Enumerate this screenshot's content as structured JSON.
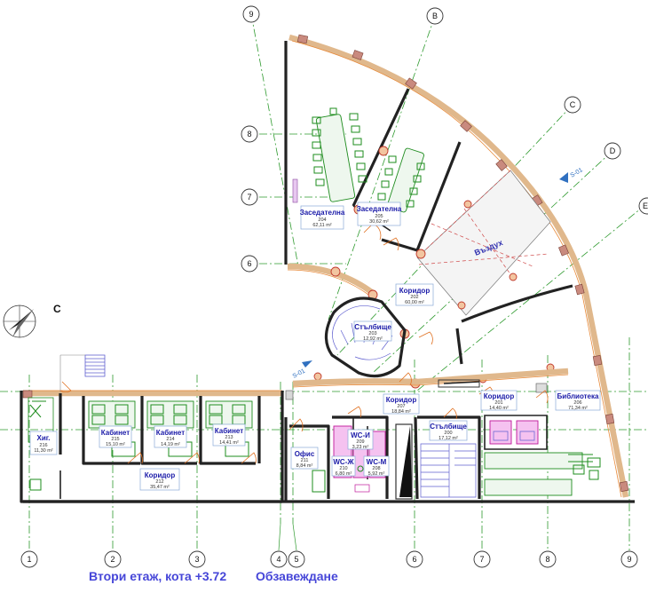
{
  "title": {
    "main": "Втори етаж, кота +3.72",
    "sub": "Обзавеждане"
  },
  "north_marker": "С",
  "axes": {
    "bottom": [
      "1",
      "2",
      "3",
      "4",
      "5",
      "6",
      "7",
      "8",
      "9"
    ],
    "left": [
      "9",
      "8",
      "7",
      "6"
    ],
    "radial": [
      "B",
      "C",
      "D",
      "E"
    ]
  },
  "rooms": [
    {
      "id": "r204",
      "name": "Заседателна",
      "number": "204",
      "area": "62,11 m²"
    },
    {
      "id": "r205",
      "name": "Заседателна",
      "number": "205",
      "area": "30,62 m²"
    },
    {
      "id": "r202",
      "name": "Коридор",
      "number": "202",
      "area": "60,00 m²"
    },
    {
      "id": "r203",
      "name": "Стълбище",
      "number": "203",
      "area": "12,92 m²"
    },
    {
      "id": "r216",
      "name": "Хиг.",
      "number": "216",
      "area": "11,30 m²"
    },
    {
      "id": "r215",
      "name": "Кабинет",
      "number": "215",
      "area": "15,10 m²"
    },
    {
      "id": "r214",
      "name": "Кабинет",
      "number": "214",
      "area": "14,19 m²"
    },
    {
      "id": "r213",
      "name": "Кабинет",
      "number": "213",
      "area": "14,41 m²"
    },
    {
      "id": "r212",
      "name": "Коридор",
      "number": "212",
      "area": "35,47 m²"
    },
    {
      "id": "r211",
      "name": "Офис",
      "number": "211",
      "area": "8,84 m²"
    },
    {
      "id": "r209",
      "name": "WC-И",
      "number": "209",
      "area": "3,23 m²"
    },
    {
      "id": "r210",
      "name": "WC-Ж",
      "number": "210",
      "area": "6,80 m²"
    },
    {
      "id": "r208",
      "name": "WC-М",
      "number": "208",
      "area": "5,92 m²"
    },
    {
      "id": "r207",
      "name": "Коридор",
      "number": "207",
      "area": "18,84 m²"
    },
    {
      "id": "r200",
      "name": "Стълбище",
      "number": "200",
      "area": "17,12 m²"
    },
    {
      "id": "r201",
      "name": "Коридор",
      "number": "201",
      "area": "14,40 m²"
    },
    {
      "id": "r206",
      "name": "Библиотека",
      "number": "206",
      "area": "71,34 m²"
    }
  ],
  "void_label": "Въздух",
  "section_marks": [
    "S-01",
    "S-01"
  ]
}
